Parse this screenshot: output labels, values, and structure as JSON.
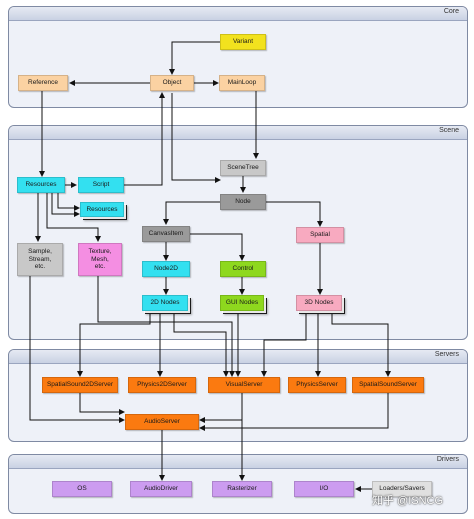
{
  "layers": {
    "core": "Core",
    "scene": "Scene",
    "servers": "Servers",
    "drivers": "Drivers"
  },
  "nodes": {
    "variant": "Variant",
    "reference": "Reference",
    "object": "Object",
    "mainloop": "MainLoop",
    "scenetree": "SceneTree",
    "resources": "Resources",
    "script": "Script",
    "resources2": "Resources",
    "node": "Node",
    "canvasitem": "CanvasItem",
    "spatial": "Spatial",
    "sample": "Sample,\nStream,\netc.",
    "texture": "Texture,\nMesh,\netc.",
    "node2d": "Node2D",
    "control": "Control",
    "nodes2d": "2D Nodes",
    "guinodes": "GUI Nodes",
    "nodes3d": "3D Nodes",
    "spatialsound2d": "SpatialSound2DServer",
    "physics2d": "Physics2DServer",
    "visualserver": "VisualServer",
    "physicsserver": "PhysicsServer",
    "spatialsound": "SpatialSoundServer",
    "audioserver": "AudioServer",
    "os": "OS",
    "audiodriver": "AudioDriver",
    "rasterizer": "Rasterizer",
    "io": "I/O",
    "loaders": "Loaders/Savers"
  },
  "colors": {
    "yellow": "#f2e21e",
    "peach": "#fbd2a2",
    "gray": "#c8c8c8",
    "cyan": "#33e0f0",
    "darkgray": "#9a9a9a",
    "pink": "#f8aac0",
    "magenta": "#f48ee2",
    "green": "#8ed81e",
    "orange": "#fb7a10",
    "purple": "#cc9cf0",
    "lightgray": "#e0e0e0"
  },
  "watermark": "知乎 @ISNCG"
}
